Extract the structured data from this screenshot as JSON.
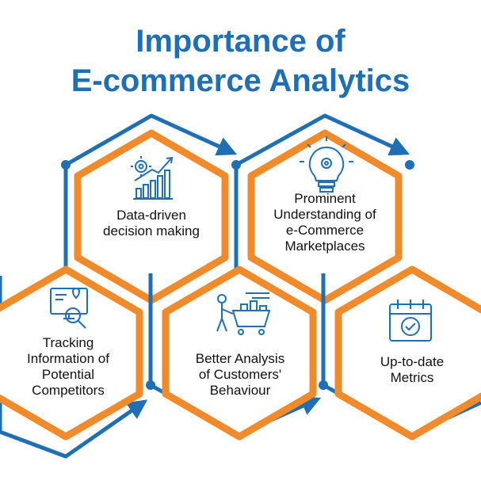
{
  "title_line1": "Importance of",
  "title_line2": "E-commerce Analytics",
  "colors": {
    "blue": "#1f6fb7",
    "orange": "#f08a2a",
    "title": "#1f6fb7"
  },
  "cards": [
    {
      "label": "Data-driven decision making",
      "icon": "gear-growth-chart-icon"
    },
    {
      "label": "Prominent Understanding of e-Commerce Marketplaces",
      "icon": "lightbulb-gear-icon"
    },
    {
      "label": "Tracking Information of Potential Competitors",
      "icon": "monitor-magnifier-icon"
    },
    {
      "label": "Better Analysis of Customers' Behaviour",
      "icon": "shopper-cart-icon"
    },
    {
      "label": "Up-to-date Metrics",
      "icon": "calendar-check-icon"
    }
  ]
}
